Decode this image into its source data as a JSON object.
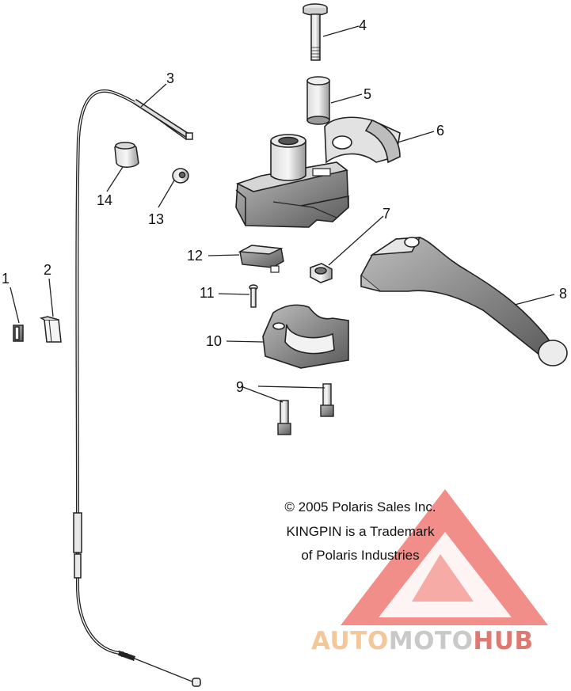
{
  "callouts": {
    "c1": "1",
    "c2": "2",
    "c3": "3",
    "c4": "4",
    "c5": "5",
    "c6": "6",
    "c7": "7",
    "c8": "8",
    "c9": "9",
    "c10": "10",
    "c11": "11",
    "c12": "12",
    "c13": "13",
    "c14": "14"
  },
  "copyright": {
    "line1": "© 2005 Polaris Sales Inc.",
    "line2": "KINGPIN is a Trademark",
    "line3": "of Polaris Industries"
  },
  "watermark": {
    "auto": "AUTO",
    "moto": "MOTO",
    "hub": "HUB",
    "colors": {
      "triangle": "#f07a74",
      "auto": "#f3c79a",
      "moto": "#c9c9c9",
      "hub": "#e07872"
    }
  }
}
